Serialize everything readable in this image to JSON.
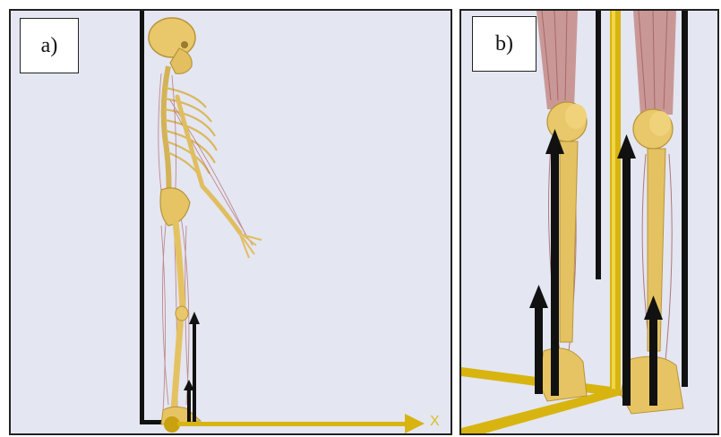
{
  "panels": [
    {
      "label": "a)",
      "axis_label": "X"
    },
    {
      "label": "b)"
    }
  ],
  "colors": {
    "background": "#e4e6f2",
    "bone": "#e8c86a",
    "bone_shade": "#b8943a",
    "muscle": "#b06a6a",
    "axis": "#d8b410",
    "force_arrow": "#111111",
    "frame": "#111111"
  }
}
